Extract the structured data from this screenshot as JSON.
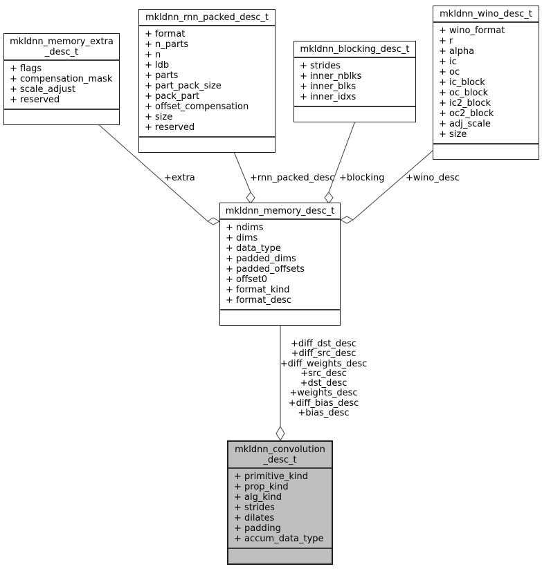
{
  "diagram": {
    "colors": {
      "background": "#ffffff",
      "box_fill": "#ffffff",
      "highlight_fill": "#bfbfbf",
      "box_border": "#1f1f1f",
      "edge_line": "#3f3f3f",
      "text": "#000000"
    },
    "classes": [
      {
        "id": "mkldnn_memory_extra_desc_t",
        "title_lines": [
          "mkldnn_memory_extra",
          "_desc_t"
        ],
        "fields": [
          "+ flags",
          "+ compensation_mask",
          "+ scale_adjust",
          "+ reserved"
        ]
      },
      {
        "id": "mkldnn_rnn_packed_desc_t",
        "title_lines": [
          "mkldnn_rnn_packed_desc_t"
        ],
        "fields": [
          "+ format",
          "+ n_parts",
          "+ n",
          "+ ldb",
          "+ parts",
          "+ part_pack_size",
          "+ pack_part",
          "+ offset_compensation",
          "+ size",
          "+ reserved"
        ]
      },
      {
        "id": "mkldnn_blocking_desc_t",
        "title_lines": [
          "mkldnn_blocking_desc_t"
        ],
        "fields": [
          "+ strides",
          "+ inner_nblks",
          "+ inner_blks",
          "+ inner_idxs"
        ]
      },
      {
        "id": "mkldnn_wino_desc_t",
        "title_lines": [
          "mkldnn_wino_desc_t"
        ],
        "fields": [
          "+ wino_format",
          "+ r",
          "+ alpha",
          "+ ic",
          "+ oc",
          "+ ic_block",
          "+ oc_block",
          "+ ic2_block",
          "+ oc2_block",
          "+ adj_scale",
          "+ size"
        ]
      },
      {
        "id": "mkldnn_memory_desc_t",
        "title_lines": [
          "mkldnn_memory_desc_t"
        ],
        "fields": [
          "+ ndims",
          "+ dims",
          "+ data_type",
          "+ padded_dims",
          "+ padded_offsets",
          "+ offset0",
          "+ format_kind",
          "+ format_desc"
        ]
      },
      {
        "id": "mkldnn_convolution_desc_t",
        "title_lines": [
          "mkldnn_convolution",
          "_desc_t"
        ],
        "fields": [
          "+ primitive_kind",
          "+ prop_kind",
          "+ alg_kind",
          "+ strides",
          "+ dilates",
          "+ padding",
          "+ accum_data_type"
        ]
      }
    ],
    "edge_labels": {
      "extra": "+extra",
      "rnn_packed_desc": "+rnn_packed_desc",
      "blocking": "+blocking",
      "wino_desc": "+wino_desc",
      "memory_to_convolution": [
        "+diff_dst_desc",
        "+diff_src_desc",
        "+diff_weights_desc",
        "+src_desc",
        "+dst_desc",
        "+weights_desc",
        "+diff_bias_desc",
        "+bias_desc"
      ]
    }
  }
}
